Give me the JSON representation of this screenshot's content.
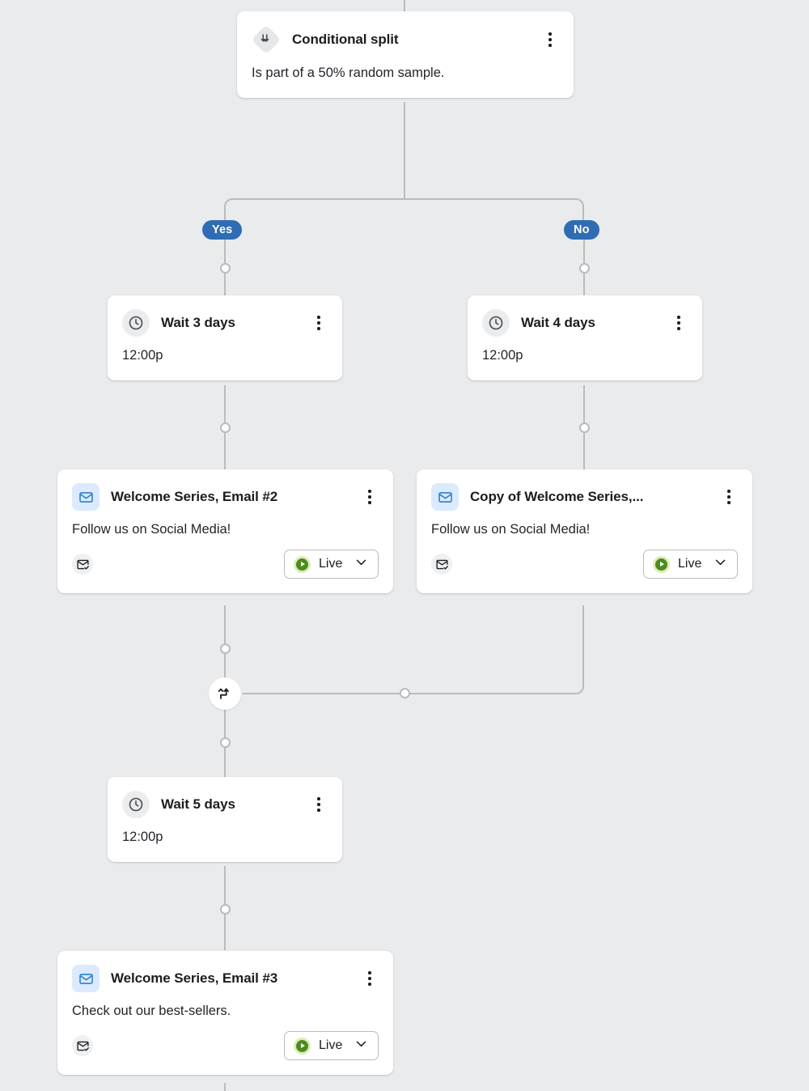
{
  "canvas": {
    "background": "#eaebed",
    "line_color": "#b9bbbe",
    "accent_blue": "#2f6cb4",
    "accent_green": "#4d8b1f",
    "email_icon_blue": "#2b7fd4",
    "email_icon_bg": "#dbeafe"
  },
  "nodes": {
    "conditional_split": {
      "icon": "conditional-split-icon",
      "title": "Conditional split",
      "description": "Is part of a 50% random sample.",
      "menu": "more-options"
    },
    "branch_yes": {
      "label": "Yes"
    },
    "branch_no": {
      "label": "No"
    },
    "wait_3_days": {
      "icon": "clock-icon",
      "title": "Wait 3 days",
      "description": "12:00p",
      "menu": "more-options"
    },
    "wait_4_days": {
      "icon": "clock-icon",
      "title": "Wait 4 days",
      "description": "12:00p",
      "menu": "more-options"
    },
    "email_2": {
      "icon": "email-icon",
      "title": "Welcome Series, Email #2",
      "description": "Follow us on Social Media!",
      "footer_icon": "envelope-check-icon",
      "status": "Live",
      "menu": "more-options"
    },
    "email_copy": {
      "icon": "email-icon",
      "title": "Copy of Welcome Series,...",
      "description": "Follow us on Social Media!",
      "footer_icon": "envelope-check-icon",
      "status": "Live",
      "menu": "more-options"
    },
    "merge": {
      "icon": "merge-paths-icon"
    },
    "wait_5_days": {
      "icon": "clock-icon",
      "title": "Wait 5 days",
      "description": "12:00p",
      "menu": "more-options"
    },
    "email_3": {
      "icon": "email-icon",
      "title": "Welcome Series, Email #3",
      "description": "Check out our best-sellers.",
      "footer_icon": "envelope-check-icon",
      "status": "Live",
      "menu": "more-options"
    }
  }
}
